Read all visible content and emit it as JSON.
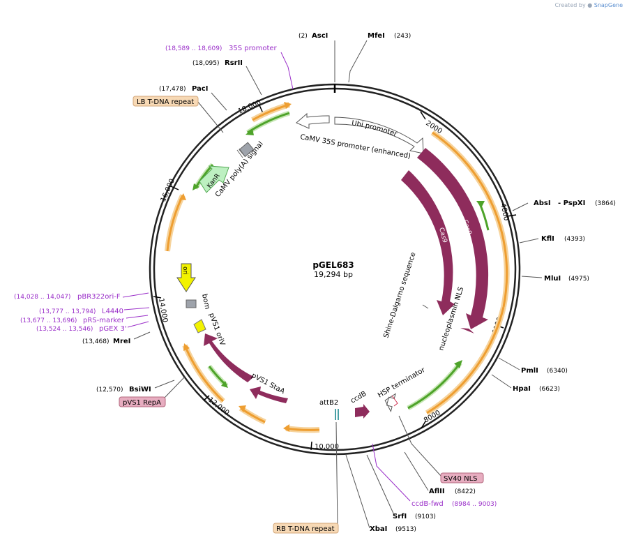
{
  "watermark": {
    "prefix": "Created by",
    "brand": "SnapGene"
  },
  "plasmid": {
    "name": "pGEL683",
    "length_label": "19,294 bp"
  },
  "scale_ticks": [
    "2000",
    "4000",
    "6000",
    "8000",
    "10,000",
    "12,000",
    "14,000",
    "16,000",
    "18,000"
  ],
  "sites": [
    {
      "key": "asci",
      "pos": "(2)",
      "name": "AscI"
    },
    {
      "key": "mfei",
      "pos": "(243)",
      "name": "MfeI"
    },
    {
      "key": "absi",
      "pos": "(3864)",
      "name": "AbsI",
      "name2": "- PspXI"
    },
    {
      "key": "kfli",
      "pos": "(4393)",
      "name": "KflI"
    },
    {
      "key": "mlui",
      "pos": "(4975)",
      "name": "MluI"
    },
    {
      "key": "pmli",
      "pos": "(6340)",
      "name": "PmlI"
    },
    {
      "key": "hpai",
      "pos": "(6623)",
      "name": "HpaI"
    },
    {
      "key": "aflii",
      "pos": "(8422)",
      "name": "AflII"
    },
    {
      "key": "srfi",
      "pos": "(9103)",
      "name": "SrfI"
    },
    {
      "key": "xbai",
      "pos": "(9513)",
      "name": "XbaI"
    },
    {
      "key": "bsiwi",
      "pos": "(12,570)",
      "name": "BsiWI"
    },
    {
      "key": "mrei",
      "pos": "(13,468)",
      "name": "MreI"
    },
    {
      "key": "paci",
      "pos": "(17,478)",
      "name": "PacI"
    },
    {
      "key": "rsrii",
      "pos": "(18,095)",
      "name": "RsrII"
    }
  ],
  "primers": [
    {
      "key": "p35s",
      "pos": "(18,589 .. 18,609)",
      "name": "35S promoter"
    },
    {
      "key": "pbr",
      "pos": "(14,028 .. 14,047)",
      "name": "pBR322ori-F"
    },
    {
      "key": "l4440",
      "pos": "(13,777 .. 13,794)",
      "name": "L4440"
    },
    {
      "key": "prs",
      "pos": "(13,677 .. 13,696)",
      "name": "pRS-marker"
    },
    {
      "key": "pgex",
      "pos": "(13,524 .. 13,546)",
      "name": "pGEX 3'"
    },
    {
      "key": "ccdbf",
      "pos": "(8984 .. 9003)",
      "name": "ccdB-fwd"
    }
  ],
  "boxed_features": {
    "lb": "LB T-DNA repeat",
    "rb": "RB T-DNA repeat",
    "sv40": "SV40 NLS",
    "pvs1repa": "pVS1 RepA"
  },
  "features": {
    "ubi": "Ubi promoter",
    "camv_enh": "CaMV 35S promoter (enhanced)",
    "cas9_outer": "Cas9",
    "cas9_inner": "Cas9",
    "np_nls": "nucleoplasmin NLS",
    "sd": "Shine-Dalgarno sequence",
    "hsp": "HSP terminator",
    "ccdb": "ccdB",
    "attb2": "attB2",
    "stab": "pVS1 StaA",
    "oriv": "pVS1 oriV",
    "bom": "bom",
    "ori": "ori",
    "kanr": "KanR",
    "polya": "CaMV poly(A) signal"
  },
  "colors": {
    "cas9": "#8e2c5c",
    "kanr": "#bdf0c1",
    "ori": "#f2f200",
    "primer": "#9a2fc9",
    "site_label_box": "#f7d9b5",
    "feature_box": "#e7adc0",
    "orange_arrow": "#ee9e31",
    "green_arrow": "#4ea32a"
  }
}
